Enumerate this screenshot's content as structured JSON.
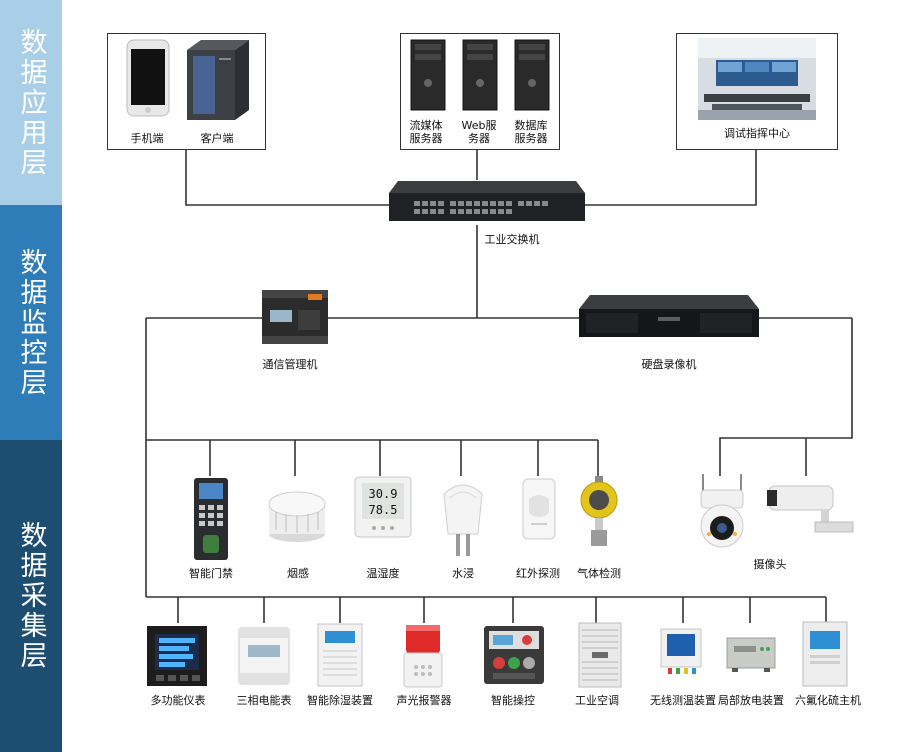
{
  "layers": {
    "app": "数据应用层",
    "monitor": "数据监控层",
    "collect": "数据采集层"
  },
  "colors": {
    "app_layer": "#a9cee8",
    "monitor_layer": "#2f7db8",
    "collect_layer": "#1d4e72",
    "line": "#333333"
  },
  "app": {
    "phone": "手机端",
    "client": "客户端",
    "stream_server": "流媒体\n服务器",
    "web_server": "Web服\n务器",
    "db_server": "数据库\n服务器",
    "command_center": "调试指挥中心"
  },
  "network": {
    "switch": "工业交换机",
    "comm_manager": "通信管理机",
    "nvr": "硬盘录像机"
  },
  "sensors": [
    "智能门禁",
    "烟感",
    "温湿度",
    "水浸",
    "红外探测",
    "气体检测"
  ],
  "camera": "摄像头",
  "thermo_display": [
    "30.9",
    "78.5"
  ],
  "bottom_devices": [
    "多功能仪表",
    "三相电能表",
    "智能除湿装置",
    "声光报警器",
    "智能操控",
    "工业空调",
    "无线测温装置",
    "局部放电装置",
    "六氟化硫主机"
  ],
  "icons": [
    "phone-icon",
    "pc-icon",
    "server-icon",
    "control-room-photo",
    "switch-icon",
    "comm-manager-icon",
    "nvr-icon",
    "access-control-icon",
    "smoke-detector-icon",
    "thermo-hygrometer-icon",
    "water-leak-icon",
    "infrared-detector-icon",
    "gas-detector-icon",
    "dome-camera-icon",
    "bullet-camera-icon",
    "multi-meter-icon",
    "three-phase-meter-icon",
    "dehumidifier-icon",
    "alarm-icon",
    "smart-control-icon",
    "industrial-ac-icon",
    "wireless-temp-icon",
    "partial-discharge-icon",
    "sf6-host-icon"
  ]
}
